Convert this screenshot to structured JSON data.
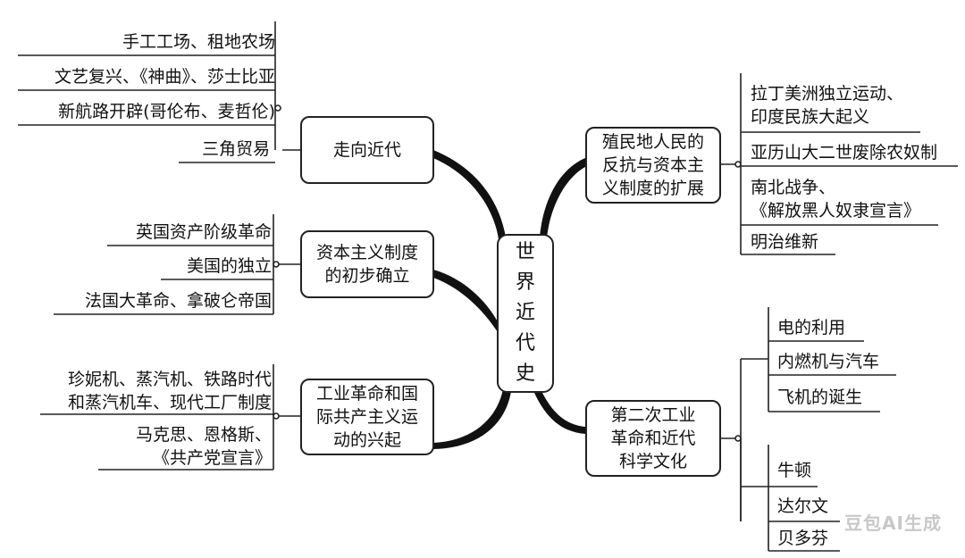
{
  "center": "世\n界\n近\n代\n史",
  "branches": {
    "b1": "走向近代",
    "b2": "资本主义制度\n的初步确立",
    "b3": "工业革命和国\n际共产主义运\n动的兴起",
    "b4": "殖民地人民的\n反抗与资本主\n义制度的扩展",
    "b5": "第二次工业\n革命和近代\n科学文化"
  },
  "leaves": {
    "b1": [
      "手工工场、租地农场",
      "文艺复兴、《神曲》、莎士比亚",
      "新航路开辟(哥伦布、麦哲伦)",
      "三角贸易"
    ],
    "b2": [
      "英国资产阶级革命",
      "美国的独立",
      "法国大革命、拿破仑帝国"
    ],
    "b3": [
      "珍妮机、蒸汽机、铁路时代\n和蒸汽机车、现代工厂制度",
      "马克思、恩格斯、\n《共产党宣言》"
    ],
    "b4": [
      "拉丁美洲独立运动、\n印度民族大起义",
      "亚历山大二世废除农奴制",
      "南北战争、\n《解放黑人奴隶宣言》",
      "明治维新"
    ],
    "b5a": [
      "电的利用",
      "内燃机与汽车",
      "飞机的诞生"
    ],
    "b5b": [
      "牛顿",
      "达尔文",
      "贝多芬"
    ]
  },
  "watermark": "豆包AI生成"
}
